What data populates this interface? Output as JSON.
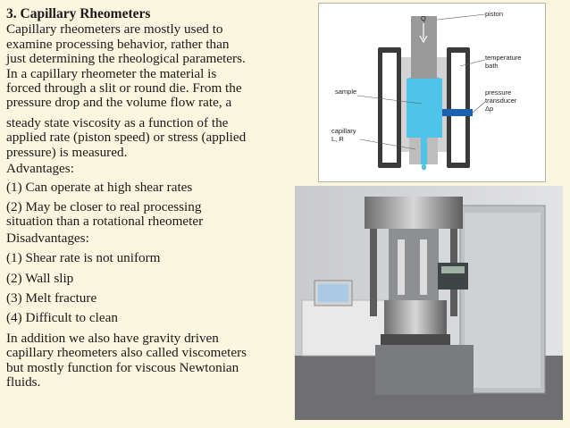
{
  "title": "3. Capillary Rheometers",
  "intro_lines": [
    "Capillary rheometers are mostly used to",
    "examine processing behavior, rather than",
    "just determining the  rheological parameters.",
    "In a capillary rheometer the material is",
    "forced through a slit or round die. From the",
    "pressure drop and the volume flow rate, a"
  ],
  "steady_lines": [
    "steady state viscosity as a function of the",
    "applied rate (piston speed) or stress (applied",
    "pressure) is measured."
  ],
  "advantages_heading": "Advantages:",
  "advantages": [
    [
      "(1) Can operate at high shear rates"
    ],
    [
      "(2) May be closer to real processing",
      "situation than a rotational rheometer"
    ]
  ],
  "disadvantages_heading": "Disadvantages:",
  "disadvantages": [
    "(1) Shear rate is not uniform",
    "(2) Wall slip",
    "(3) Melt fracture",
    "(4) Difficult to clean"
  ],
  "closing_lines": [
    "In addition we also have gravity driven",
    "capillary rheometers also called viscometers",
    "but mostly function for viscous Newtonian",
    "fluids."
  ],
  "diagram": {
    "piston_label": "piston",
    "flow_label": "Q",
    "temperature_label": [
      "temperature",
      "bath"
    ],
    "sample_label": "sample",
    "pressure_label": [
      "pressure",
      "transducer",
      "Δp"
    ],
    "capillary_label": [
      "capillary",
      "L, R"
    ],
    "colors": {
      "sample": "#4fc3e8",
      "piston": "#9a9a9a",
      "bath": "#3a3a3a",
      "transducer": "#1f5fb0"
    }
  },
  "photo": {
    "icon": "capillary-rheometer-photo"
  }
}
